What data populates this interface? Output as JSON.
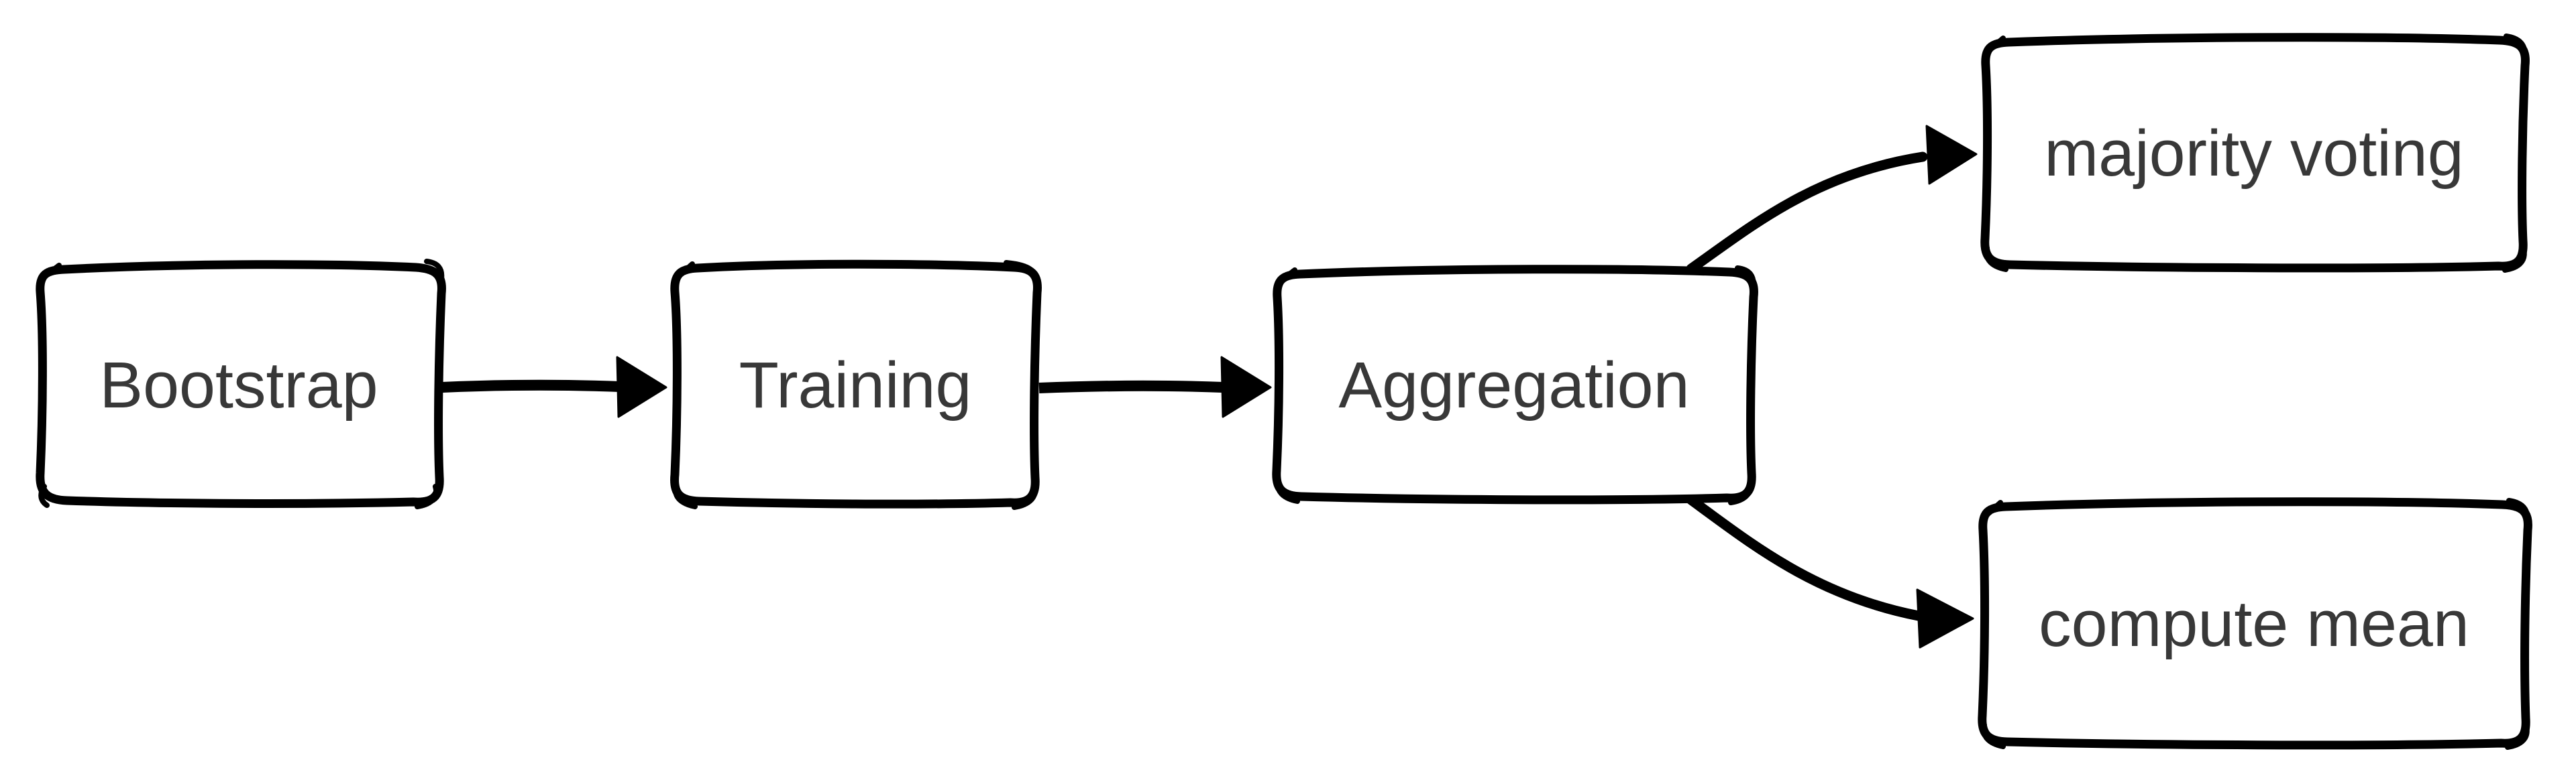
{
  "diagram": {
    "background_color": "#ffffff",
    "stroke_color": "#000000",
    "label_color": "#383838",
    "style": "hand-drawn flowchart",
    "nodes": [
      {
        "id": "bootstrap",
        "label": "Bootstrap"
      },
      {
        "id": "training",
        "label": "Training"
      },
      {
        "id": "aggregation",
        "label": "Aggregation"
      },
      {
        "id": "majority-voting",
        "label": "majority voting"
      },
      {
        "id": "compute-mean",
        "label": "compute mean"
      }
    ],
    "edges": [
      {
        "from": "Bootstrap",
        "to": "Training"
      },
      {
        "from": "Training",
        "to": "Aggregation"
      },
      {
        "from": "Aggregation",
        "to": "majority voting"
      },
      {
        "from": "Aggregation",
        "to": "compute mean"
      }
    ]
  }
}
